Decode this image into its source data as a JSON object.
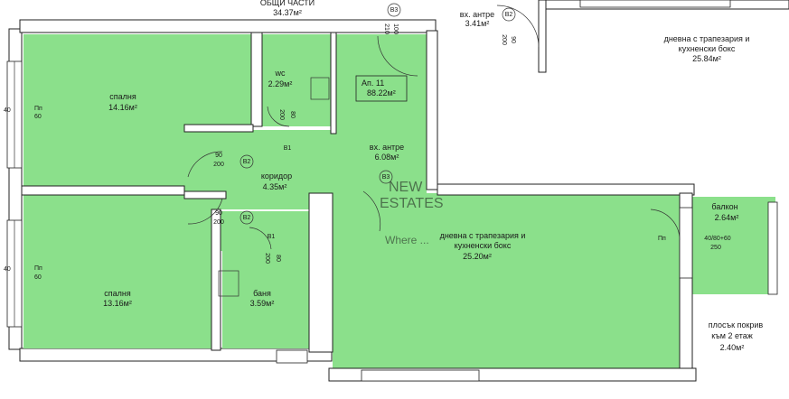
{
  "top": {
    "common_parts": {
      "name": "ОБЩИ ЧАСТИ",
      "area": "34.37м²"
    },
    "neighbor_entrance": {
      "name": "вх. антре",
      "area": "3.41м²"
    },
    "neighbor_living": {
      "name": "дневна с трапезария и",
      "name2": "кухненски бокс",
      "area": "25.84м²"
    }
  },
  "apartment_tag": {
    "label": "Ап. 11",
    "area": "88.22м²"
  },
  "rooms": {
    "bedroom1": {
      "name": "спалня",
      "area": "14.16м²"
    },
    "wc": {
      "name": "wc",
      "area": "2.29м²"
    },
    "entrance": {
      "name": "вх. антре",
      "area": "6.08м²"
    },
    "corridor": {
      "name": "коридор",
      "area": "4.35м²"
    },
    "bedroom2": {
      "name": "спалня",
      "area": "13.16м²"
    },
    "bath": {
      "name": "баня",
      "area": "3.59м²"
    },
    "living": {
      "name": "дневна с трапезария и",
      "name2": "кухненски бокс",
      "area": "25.20м²"
    },
    "balcony": {
      "name": "балкон",
      "area": "2.64м²"
    },
    "roof": {
      "name": "плосък покрив",
      "name2": "към 2 етаж",
      "area": "2.40м²"
    }
  },
  "door_codes": {
    "b1": "В1",
    "b2": "В2",
    "b3": "В3"
  },
  "dims": {
    "d80": "80",
    "d90": "90",
    "d100": "100",
    "d200": "200",
    "d210": "210",
    "d40": "40",
    "d60": "60",
    "d250": "250",
    "balcony_win": "40/80+60",
    "pn": "Пп",
    "pp": "Пп"
  },
  "watermark": {
    "line1": "NEW",
    "line2": "ESTATES",
    "slogan": "Where ..."
  },
  "colors": {
    "room": "#8be08b",
    "wall": "#222222"
  }
}
